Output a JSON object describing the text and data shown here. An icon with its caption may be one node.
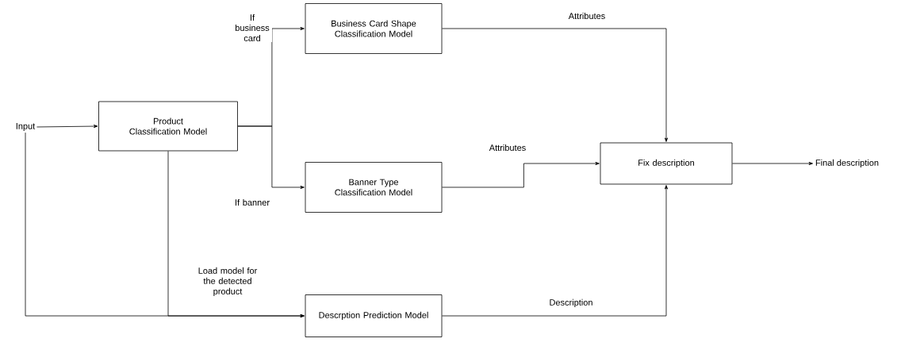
{
  "diagram": {
    "nodes": [
      {
        "text": [
          "Input"
        ]
      },
      {
        "text": [
          "Product Classification Model"
        ]
      },
      {
        "text": [
          "Business Card Shape Classification Model"
        ]
      },
      {
        "text": [
          "Banner Type Classification Model"
        ]
      },
      {
        "text": [
          "Fix description"
        ]
      },
      {
        "text": [
          "Final description"
        ]
      },
      {
        "text": [
          "Descrption Prediction Model"
        ]
      }
    ],
    "edges": [
      {
        "from": 0,
        "to": 1,
        "arrow": "to"
      },
      {
        "from": 1,
        "to": 2,
        "arrow": "to",
        "label": "If business card"
      },
      {
        "from": 1,
        "to": 3,
        "arrow": "to",
        "label": "If banner"
      },
      {
        "from": 2,
        "to": 4,
        "arrow": "to",
        "label": "Attributes"
      },
      {
        "from": 3,
        "to": 4,
        "arrow": "to",
        "label": "Attributes"
      },
      {
        "from": 6,
        "to": 4,
        "arrow": "to",
        "label": "Description"
      },
      {
        "from": 4,
        "to": 5,
        "arrow": "to"
      },
      {
        "from": 0,
        "to": 6,
        "arrow": "to"
      },
      {
        "from": 1,
        "to": 6,
        "arrow": "to",
        "label": "Load model for the detected product"
      }
    ]
  }
}
